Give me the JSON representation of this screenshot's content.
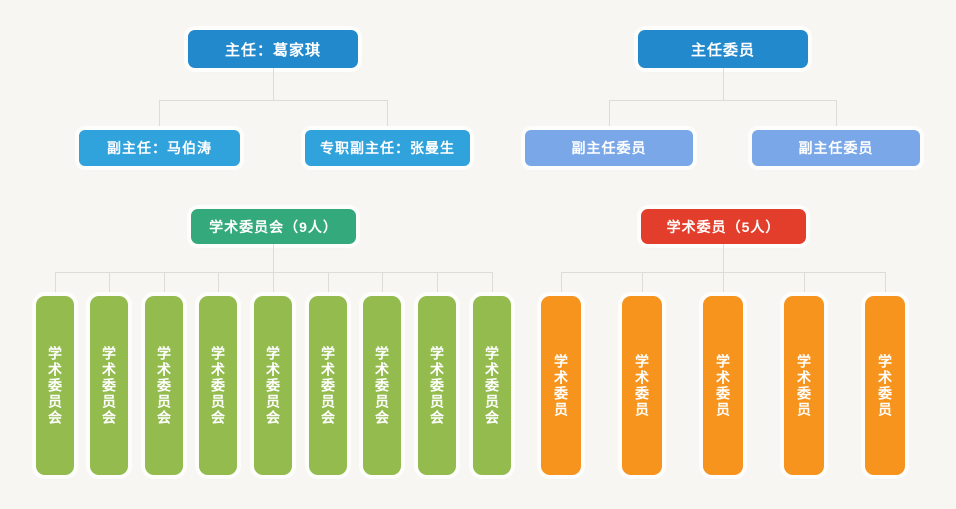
{
  "diagram": {
    "type": "org-chart",
    "background_color": "#f7f6f3",
    "connector_color": "#dcdcd8",
    "left_branch": {
      "root": {
        "label": "主任：葛家琪",
        "color": "#2289cd"
      },
      "deputies": [
        {
          "label": "副主任：马伯涛",
          "color": "#30a2dc"
        },
        {
          "label": "专职副主任：张曼生",
          "color": "#30a2dc"
        }
      ],
      "group": {
        "label": "学术委员会（9人）",
        "color": "#34a97b",
        "count": 9
      },
      "members": [
        {
          "label": "学术委员会",
          "color": "#93bb4e"
        },
        {
          "label": "学术委员会",
          "color": "#93bb4e"
        },
        {
          "label": "学术委员会",
          "color": "#93bb4e"
        },
        {
          "label": "学术委员会",
          "color": "#93bb4e"
        },
        {
          "label": "学术委员会",
          "color": "#93bb4e"
        },
        {
          "label": "学术委员会",
          "color": "#93bb4e"
        },
        {
          "label": "学术委员会",
          "color": "#93bb4e"
        },
        {
          "label": "学术委员会",
          "color": "#93bb4e"
        },
        {
          "label": "学术委员会",
          "color": "#93bb4e"
        }
      ]
    },
    "right_branch": {
      "root": {
        "label": "主任委员",
        "color": "#2289cd"
      },
      "deputies": [
        {
          "label": "副主任委员",
          "color": "#7aa7e8"
        },
        {
          "label": "副主任委员",
          "color": "#7aa7e8"
        }
      ],
      "group": {
        "label": "学术委员（5人）",
        "color": "#e33e2b",
        "count": 5
      },
      "members": [
        {
          "label": "学术委员",
          "color": "#f6941d"
        },
        {
          "label": "学术委员",
          "color": "#f6941d"
        },
        {
          "label": "学术委员",
          "color": "#f6941d"
        },
        {
          "label": "学术委员",
          "color": "#f6941d"
        },
        {
          "label": "学术委员",
          "color": "#f6941d"
        }
      ]
    }
  }
}
